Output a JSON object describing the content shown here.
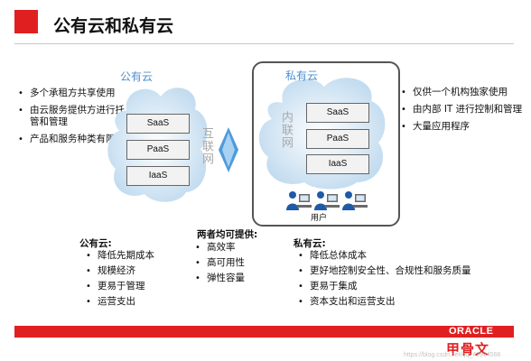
{
  "title": "公有云和私有云",
  "public_cloud": {
    "label": "公有云",
    "layers": [
      "SaaS",
      "PaaS",
      "IaaS"
    ],
    "features": [
      "多个承租方共享使用",
      "由云服务提供方进行托管和管理",
      "产品和服务种类有限"
    ]
  },
  "private_cloud": {
    "label": "私有云",
    "layers": [
      "SaaS",
      "PaaS",
      "IaaS"
    ],
    "features": [
      "仅供一个机构独家使用",
      "由内部 IT 进行控制和管理",
      "大量应用程序"
    ],
    "users_label": "用户"
  },
  "internet_label": "互联网",
  "intranet_label": "内联网",
  "sections": {
    "public": {
      "title": "公有云:",
      "items": [
        "降低先期成本",
        "规模经济",
        "更易于管理",
        "运营支出"
      ]
    },
    "both": {
      "title": "两者均可提供:",
      "items": [
        "高效率",
        "高可用性",
        "弹性容量"
      ]
    },
    "private": {
      "title": "私有云:",
      "items": [
        "降低总体成本",
        "更好地控制安全性、合规性和服务质量",
        "更易于集成",
        "资本支出和运营支出"
      ]
    }
  },
  "brand": {
    "oracle": "ORACLE",
    "chinese": "甲骨文"
  },
  "watermark": "https://blog.csdn.net/qq_42924566",
  "colors": {
    "accent": "#e02020",
    "cloud_label": "#4e8fcf"
  },
  "icons": {
    "bullet": "bullet-dot",
    "arrow": "double-arrow",
    "users": "user-computers"
  }
}
